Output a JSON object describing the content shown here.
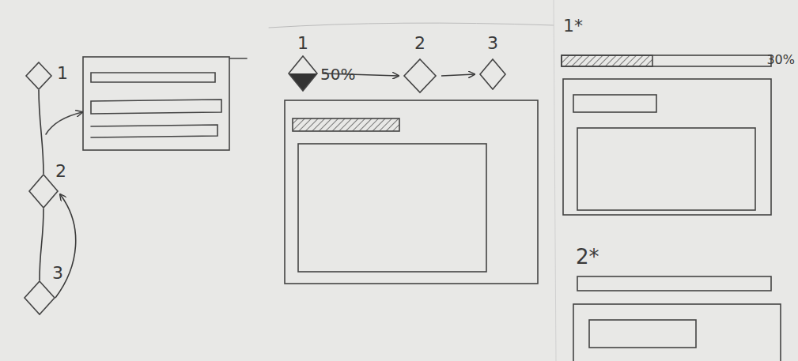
{
  "diagram": {
    "nodes": [
      {
        "text": [
          "1"
        ]
      },
      {
        "text": [
          "2"
        ]
      },
      {
        "text": [
          "3"
        ]
      },
      {
        "text": [
          "1"
        ]
      },
      {
        "text": [
          "2"
        ]
      },
      {
        "text": [
          "3"
        ]
      }
    ],
    "edges": [
      {
        "from": 0,
        "to": 1,
        "arrow": "none"
      },
      {
        "from": 1,
        "to": 2,
        "arrow": "none"
      },
      {
        "from": 2,
        "to": 1,
        "arrow": "to"
      },
      {
        "from": 3,
        "to": 4,
        "arrow": "to"
      },
      {
        "from": 4,
        "to": 5,
        "arrow": "to"
      }
    ],
    "labels": [
      "50%",
      "1*",
      "30%",
      "2*"
    ]
  }
}
